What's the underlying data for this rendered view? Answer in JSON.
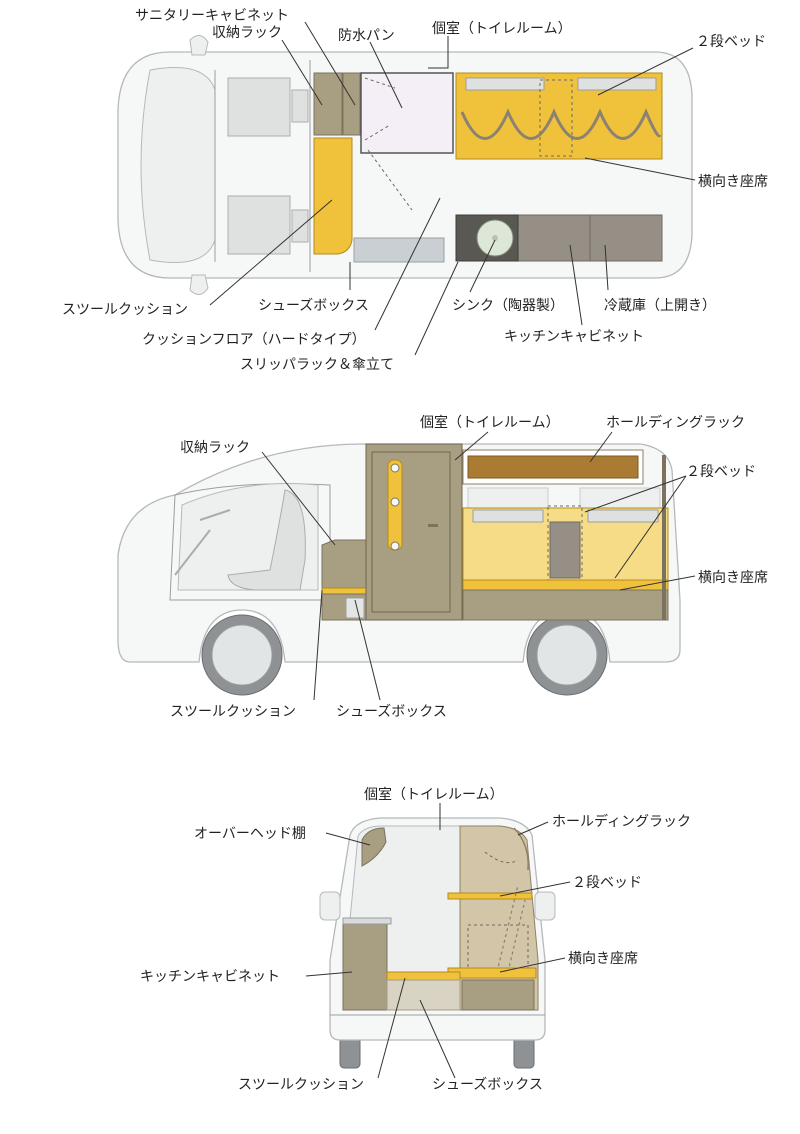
{
  "colors": {
    "yellow": "#f0c23b",
    "yellow_light": "#f7dc87",
    "khaki": "#a89e82",
    "khaki_dark": "#8c8266",
    "gray_cabinet": "#958f86",
    "seat_gray": "#dfe1e1",
    "floor_gray": "#c9cfd2",
    "body_fill": "#f6f7f7",
    "body_stroke": "#b5b9bb",
    "shoe_box": "#d9d3c4",
    "toilet_room": "#f4eef6"
  },
  "top_view": {
    "labels": {
      "sanitary_cabinet": "サニタリーキャビネット",
      "storage_rack": "収納ラック",
      "waterproof_pan": "防水パン",
      "private_room": "個室（トイレルーム）",
      "bunk_bed": "２段ベッド",
      "side_seat": "横向き座席",
      "stool_cushion": "スツールクッション",
      "shoes_box": "シューズボックス",
      "cushion_floor": "クッションフロア（ハードタイプ）",
      "slipper_rack": "スリッパラック＆傘立て",
      "sink": "シンク（陶器製）",
      "fridge": "冷蔵庫（上開き）",
      "kitchen_cabinet": "キッチンキャビネット"
    }
  },
  "side_view": {
    "labels": {
      "private_room": "個室（トイレルーム）",
      "holding_rack": "ホールディングラック",
      "storage_rack": "収納ラック",
      "bunk_bed": "２段ベッド",
      "side_seat": "横向き座席",
      "stool_cushion": "スツールクッション",
      "shoes_box": "シューズボックス"
    }
  },
  "rear_view": {
    "labels": {
      "private_room": "個室（トイレルーム）",
      "overhead_shelf": "オーバーヘッド棚",
      "holding_rack": "ホールディングラック",
      "bunk_bed": "２段ベッド",
      "side_seat": "横向き座席",
      "kitchen_cabinet": "キッチンキャビネット",
      "stool_cushion": "スツールクッション",
      "shoes_box": "シューズボックス"
    }
  }
}
